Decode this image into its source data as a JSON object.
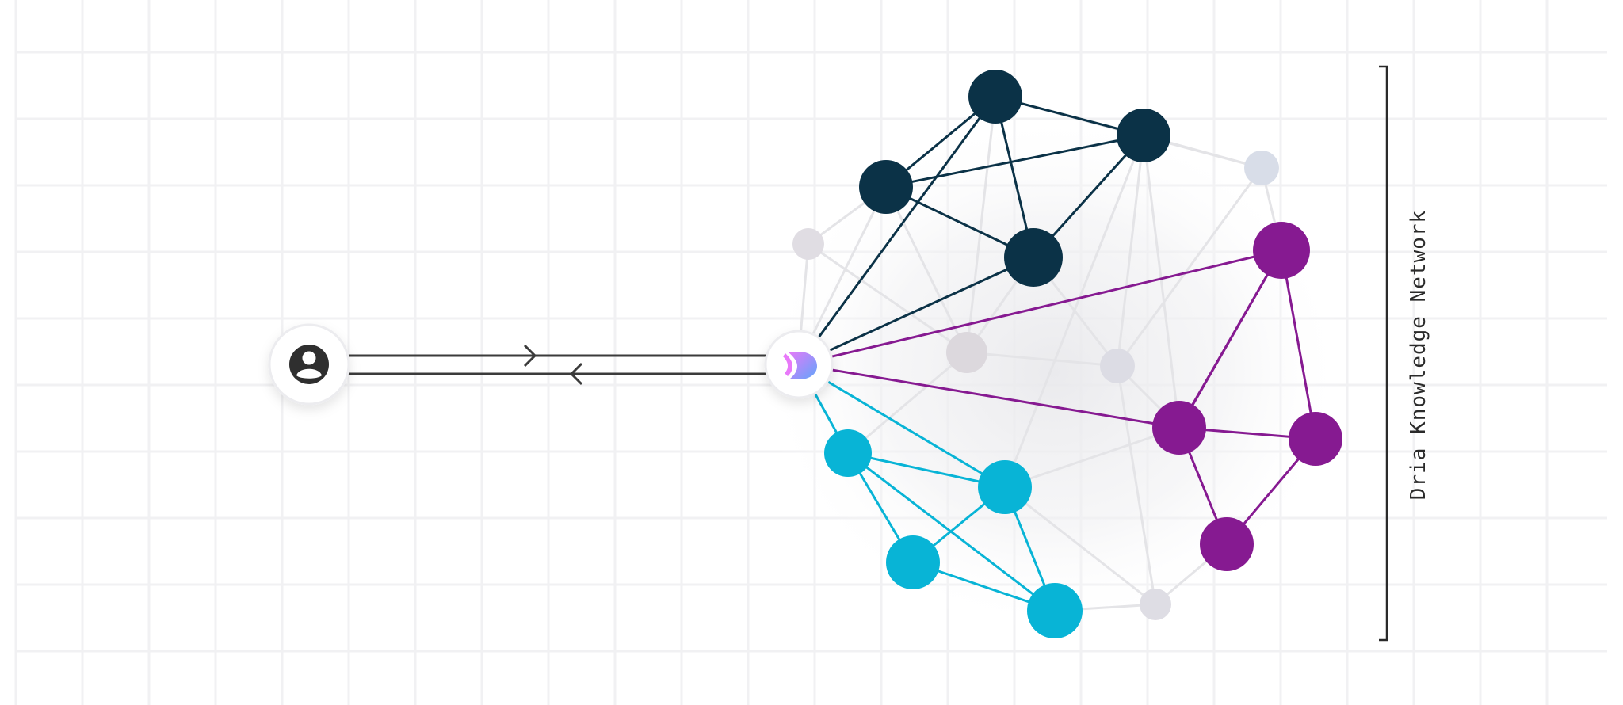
{
  "network": {
    "label": "Dria Knowledge Network"
  },
  "user_node": {
    "icon": "user-avatar-icon"
  },
  "hub_node": {
    "icon": "dria-logo-icon",
    "logo_colors": [
      "#e879f9",
      "#60a5fa"
    ]
  },
  "colors": {
    "grid": "#f1f1f3",
    "faint_edge": "#e4e4e7",
    "faint_node": "#dcdce4",
    "dark_cluster": "#0b3247",
    "purple_cluster": "#861a91",
    "cyan_cluster": "#08b4d6",
    "connector": "#3b3b3b"
  },
  "clusters": [
    {
      "name": "dark",
      "color_key": "dark_cluster",
      "node_count": 4
    },
    {
      "name": "purple",
      "color_key": "purple_cluster",
      "node_count": 4
    },
    {
      "name": "cyan",
      "color_key": "cyan_cluster",
      "node_count": 4
    }
  ]
}
